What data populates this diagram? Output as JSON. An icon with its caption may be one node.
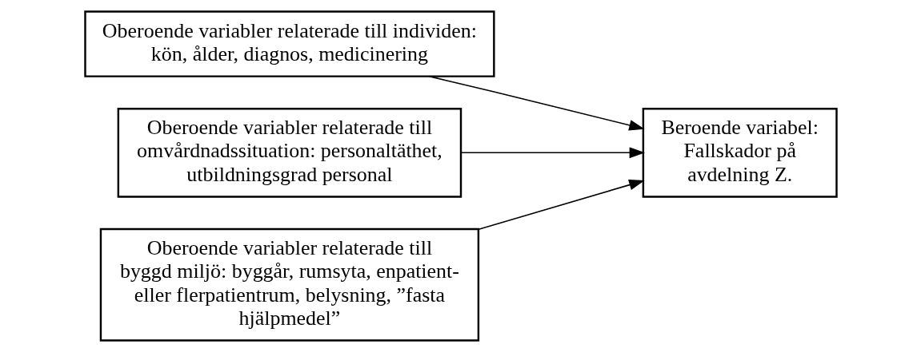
{
  "diagram": {
    "nodes": [
      {
        "text": [
          "Oberoende variabler relaterade till individen: kön, ålder, diagnos, medicinering"
        ]
      },
      {
        "text": [
          "Oberoende variabler relaterade till omvårdnadssituation: personaltäthet, utbildningsgrad personal"
        ]
      },
      {
        "text": [
          "Oberoende variabler relaterade till byggd miljö: byggår, rumsyta, enpatient- eller flerpatientrum, belysning, ”fasta hjälpmedel”"
        ]
      },
      {
        "text": [
          "Beroende variabel: Fallskador på avdelning Z."
        ]
      }
    ],
    "edges": [
      {
        "from": 0,
        "to": 3,
        "arrow": "to"
      },
      {
        "from": 1,
        "to": 3,
        "arrow": "to"
      },
      {
        "from": 2,
        "to": 3,
        "arrow": "to"
      }
    ]
  }
}
